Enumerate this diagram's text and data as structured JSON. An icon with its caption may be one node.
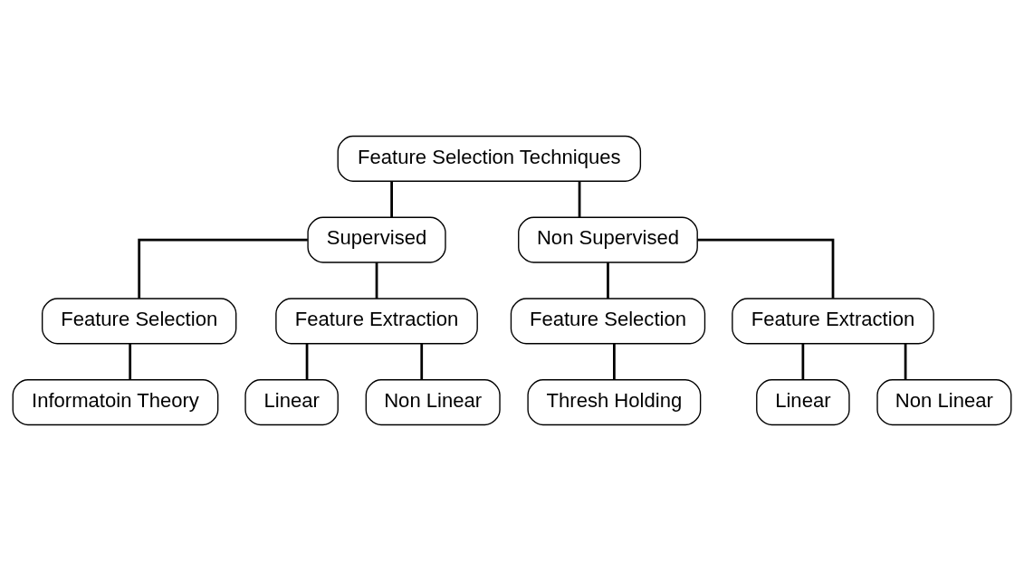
{
  "diagram": {
    "nodes": [
      {
        "text": [
          "Feature Selection Techniques"
        ]
      },
      {
        "text": [
          "Supervised"
        ]
      },
      {
        "text": [
          "Non Supervised"
        ]
      },
      {
        "text": [
          "Feature Selection"
        ]
      },
      {
        "text": [
          "Feature Extraction"
        ]
      },
      {
        "text": [
          "Informatoin Theory"
        ]
      },
      {
        "text": [
          "Linear"
        ]
      },
      {
        "text": [
          "Non Linear"
        ]
      },
      {
        "text": [
          "Feature Selection"
        ]
      },
      {
        "text": [
          "Feature Extraction"
        ]
      },
      {
        "text": [
          "Thresh Holding"
        ]
      },
      {
        "text": [
          "Linear"
        ]
      },
      {
        "text": [
          "Non Linear"
        ]
      }
    ],
    "edges": [
      {
        "from": 0,
        "to": 1,
        "arrow": "none"
      },
      {
        "from": 0,
        "to": 2,
        "arrow": "none"
      },
      {
        "from": 1,
        "to": 3,
        "arrow": "none"
      },
      {
        "from": 1,
        "to": 4,
        "arrow": "none"
      },
      {
        "from": 3,
        "to": 5,
        "arrow": "none"
      },
      {
        "from": 4,
        "to": 6,
        "arrow": "none"
      },
      {
        "from": 4,
        "to": 7,
        "arrow": "none"
      },
      {
        "from": 2,
        "to": 8,
        "arrow": "none"
      },
      {
        "from": 2,
        "to": 9,
        "arrow": "none"
      },
      {
        "from": 8,
        "to": 10,
        "arrow": "none"
      },
      {
        "from": 9,
        "to": 11,
        "arrow": "none"
      },
      {
        "from": 9,
        "to": 12,
        "arrow": "none"
      }
    ]
  }
}
